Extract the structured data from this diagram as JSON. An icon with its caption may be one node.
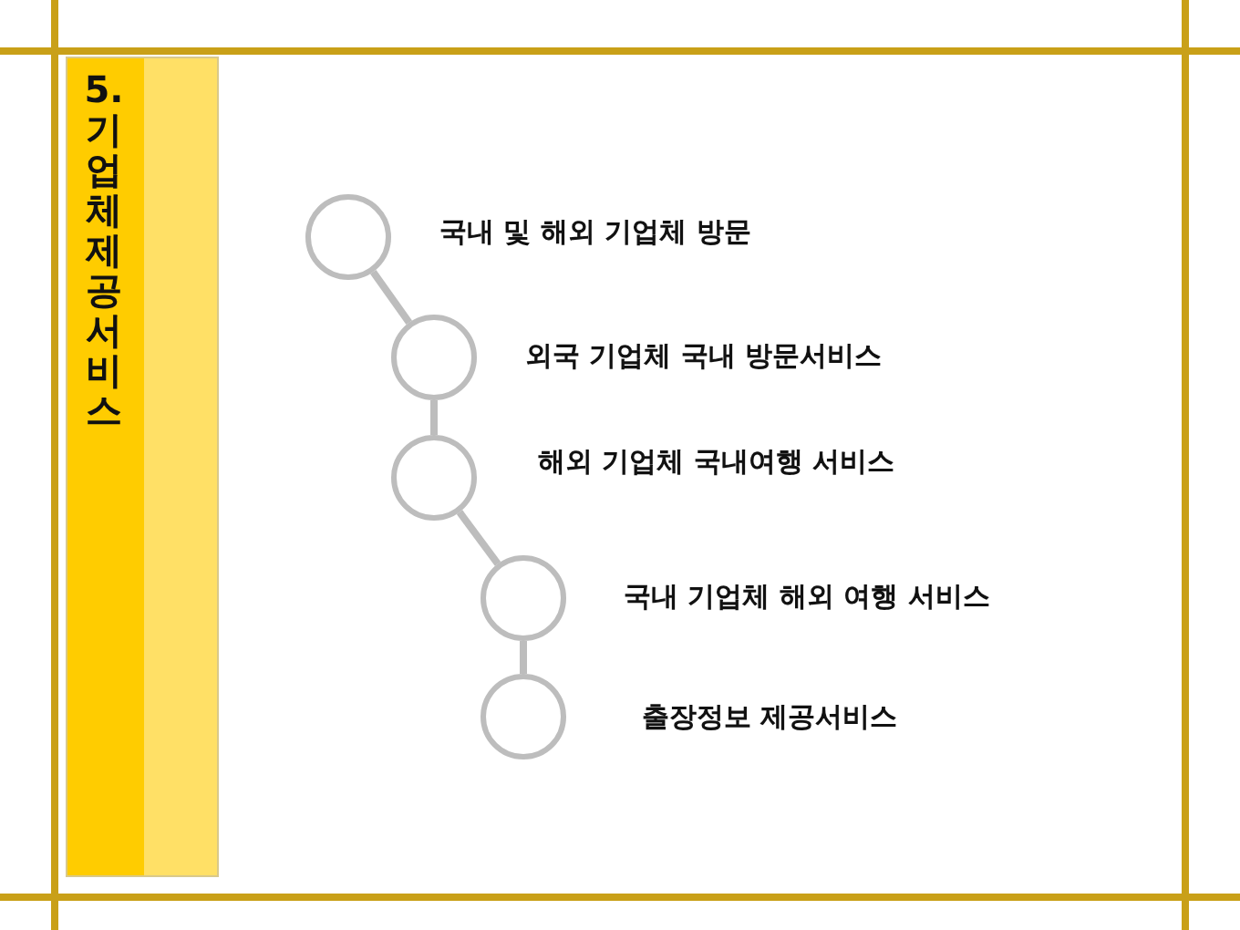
{
  "diagram": {
    "title": "5. 기업체 제공서비스",
    "nodes": [
      {
        "text": [],
        "shape": "circle",
        "beside": [
          "국내 및 해외 기업체 방문"
        ]
      },
      {
        "text": [],
        "shape": "circle",
        "beside": [
          "외국 기업체 국내 방문서비스"
        ]
      },
      {
        "text": [],
        "shape": "circle",
        "beside": [
          "해외 기업체 국내여행 서비스"
        ]
      },
      {
        "text": [],
        "shape": "circle",
        "beside": [
          "국내 기업체 해외 여행 서비스"
        ]
      },
      {
        "text": [],
        "shape": "circle",
        "beside": [
          "출장정보 제공서비스"
        ]
      }
    ],
    "edges": [
      {
        "from": 0,
        "to": 1,
        "arrow": "none"
      },
      {
        "from": 1,
        "to": 2,
        "arrow": "none"
      },
      {
        "from": 2,
        "to": 3,
        "arrow": "none"
      },
      {
        "from": 3,
        "to": 4,
        "arrow": "none"
      }
    ]
  }
}
